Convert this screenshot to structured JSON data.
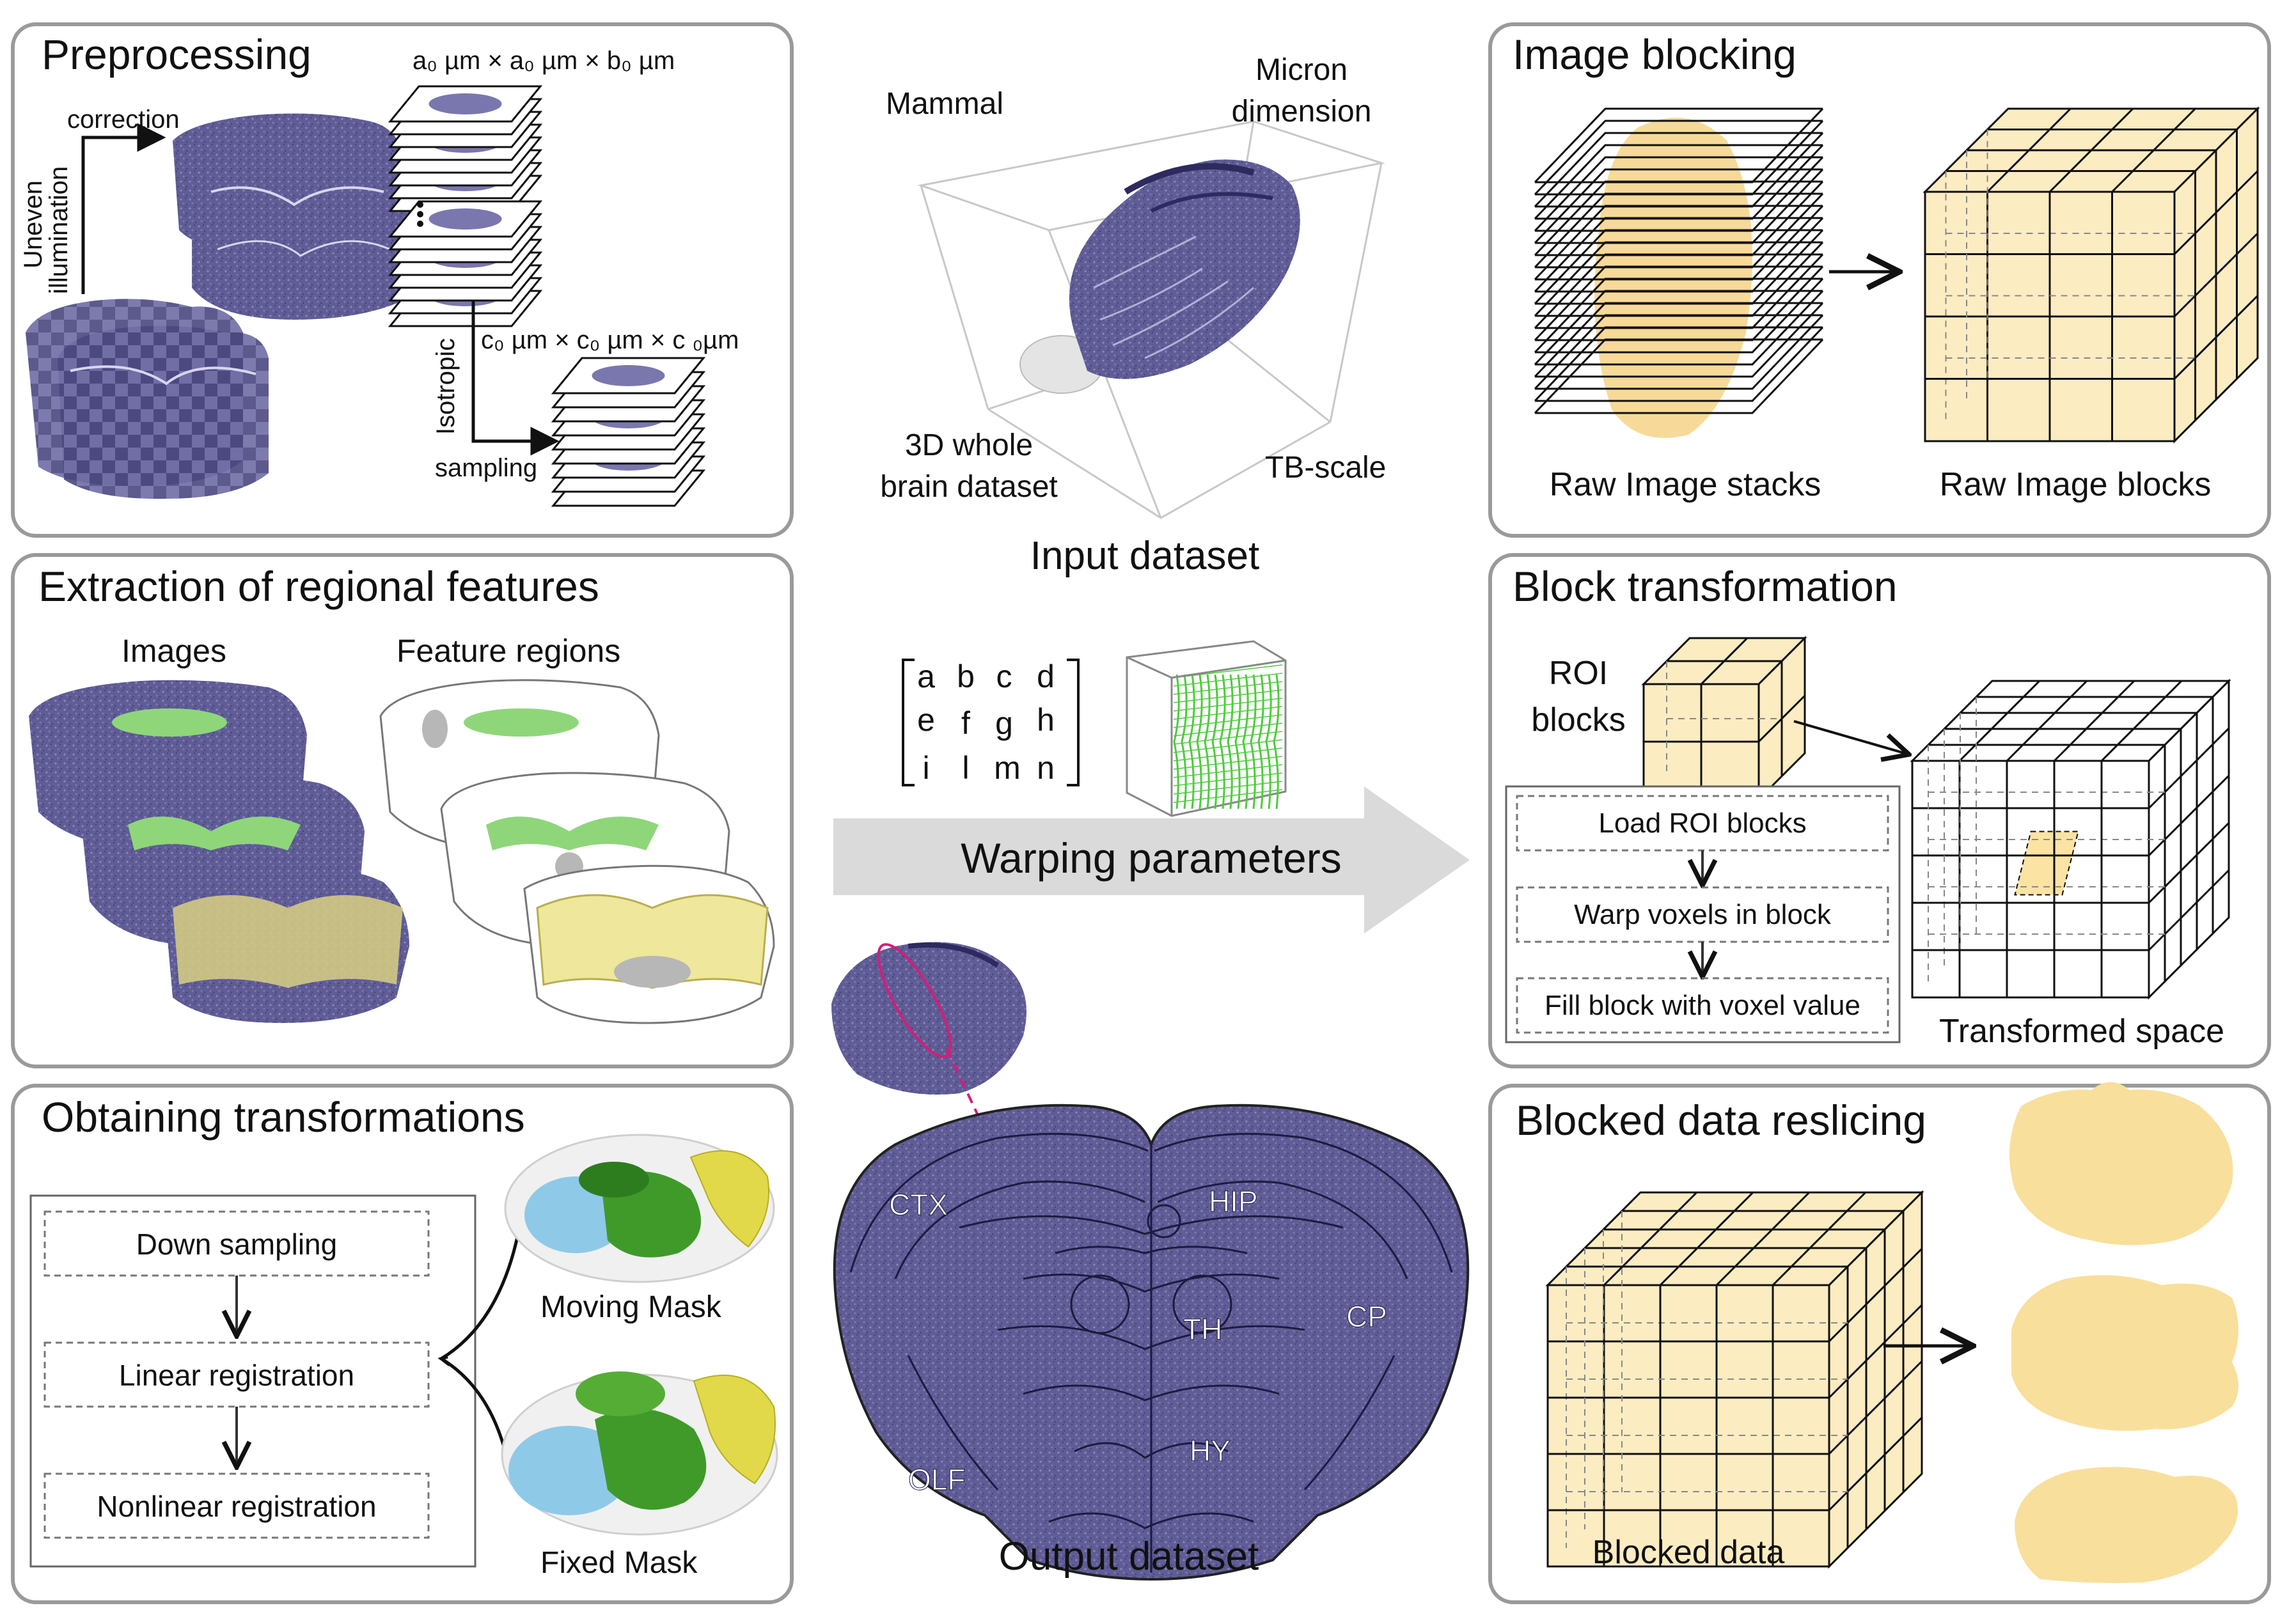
{
  "colors": {
    "panel_border": "#9a9a9a",
    "brain_purple": "#5f5c96",
    "brain_purple_light": "#9491c0",
    "brain_purple_dark": "#3d3a70",
    "feature_green": "#8fd67a",
    "feature_yellow": "#e7dc7e",
    "feature_gray": "#b7b7b7",
    "block_yellow": "#fcecc2",
    "volume_yellow": "#f6d487",
    "slice_yellow": "#f9df9c",
    "grid_green": "#4ccc3c",
    "mask_green": "#3f9a2a",
    "mask_blue": "#8fc9e8",
    "mask_yellow": "#e1d94a",
    "arrow_gray": "#dadada",
    "roi_line": "#d61c78"
  },
  "panels": {
    "preprocessing": {
      "title": "Preprocessing",
      "dims_top_sub": "0",
      "correction": "correction",
      "uneven_1": "Uneven",
      "uneven_2": "illumination",
      "isotropic": "Isotropic",
      "sampling": "sampling",
      "dims_top": "a₀ µm × a₀ µm × b₀ µm",
      "dims_bottom": "c₀ µm × c₀ µm × c ₀µm"
    },
    "extraction": {
      "title": "Extraction of regional features",
      "images_label": "Images",
      "feature_regions_label": "Feature regions"
    },
    "obtaining": {
      "title": "Obtaining transformations",
      "steps": [
        "Down sampling",
        "Linear registration",
        "Nonlinear registration"
      ],
      "moving_mask": "Moving Mask",
      "fixed_mask": "Fixed Mask"
    },
    "input": {
      "mammal": "Mammal",
      "micron_1": "Micron",
      "micron_2": "dimension",
      "whole_1": "3D whole",
      "whole_2": "brain dataset",
      "tb": "TB-scale",
      "caption": "Input dataset"
    },
    "warping": {
      "matrix_rows": [
        [
          "a",
          "b",
          "c",
          "d"
        ],
        [
          "e",
          "f",
          "g",
          "h"
        ],
        [
          "i",
          "l",
          "m",
          "n"
        ]
      ],
      "label": "Warping parameters"
    },
    "output": {
      "caption": "Output dataset",
      "regions": [
        "CTX",
        "HIP",
        "TH",
        "CP",
        "OLF",
        "HY"
      ]
    },
    "image_blocking": {
      "title": "Image blocking",
      "stacks_label": "Raw Image stacks",
      "blocks_label": "Raw Image blocks"
    },
    "block_transformation": {
      "title": "Block transformation",
      "roi_1": "ROI",
      "roi_2": "blocks",
      "steps": [
        "Load ROI blocks",
        "Warp voxels in block",
        "Fill block with voxel value"
      ],
      "transformed": "Transformed space"
    },
    "reslicing": {
      "title": "Blocked data reslicing",
      "blocked": "Blocked data"
    }
  }
}
